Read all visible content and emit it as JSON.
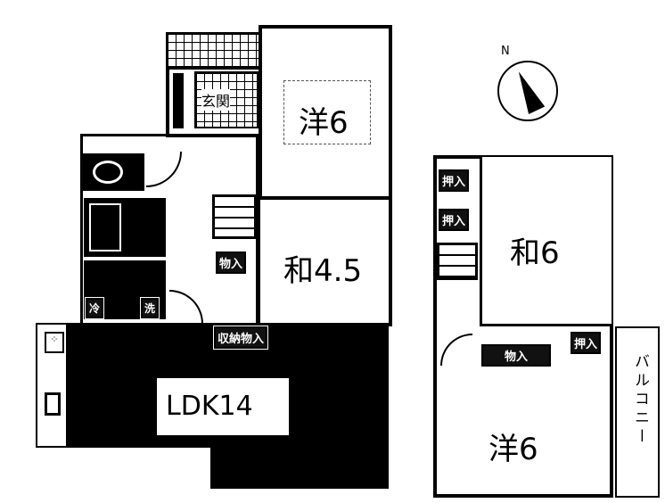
{
  "rooms": {
    "genkan": "玄関",
    "western1": "洋6",
    "japanese45": "和4.5",
    "ldk": "LDK14",
    "japanese6": "和6",
    "western2": "洋6",
    "balcony": "バルコニー"
  },
  "storage": {
    "stair_closet": "物入",
    "storage_closet": "収納物入",
    "oshiire1": "押入",
    "oshiire2": "押入",
    "oshiire3": "押入",
    "closet2f": "物入"
  },
  "fixtures": {
    "fridge": "冷",
    "washer": "洗"
  },
  "compass": {
    "label": "N"
  }
}
